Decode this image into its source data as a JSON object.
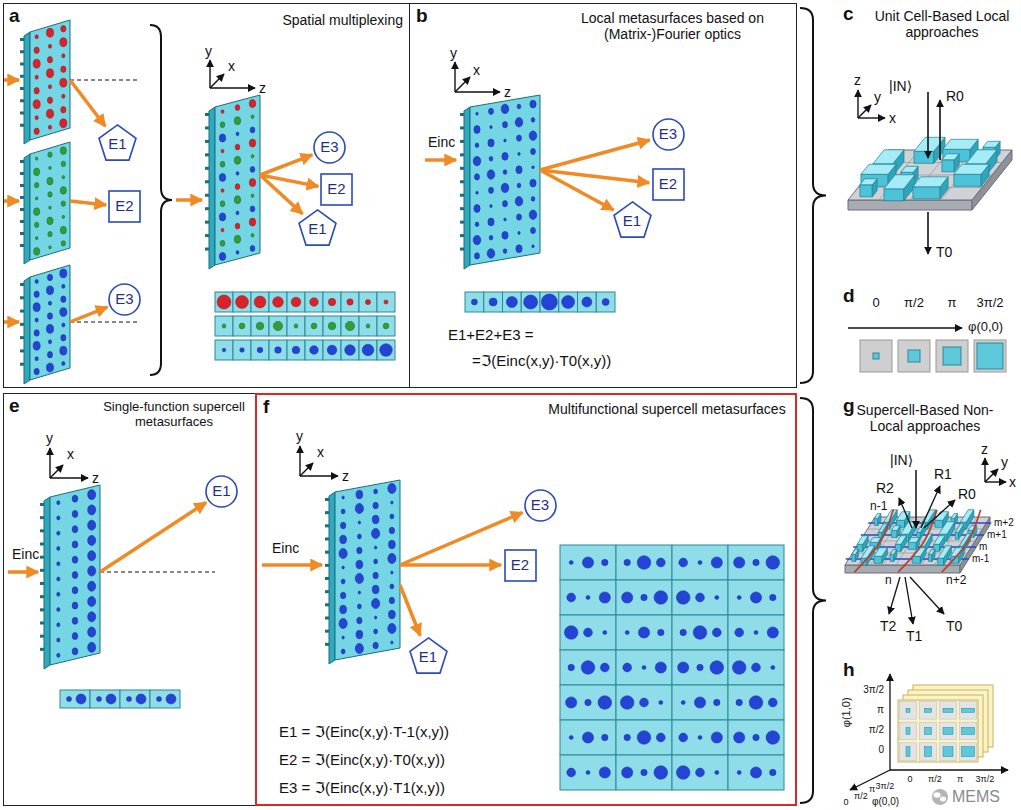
{
  "diagram": {
    "nodes": [
      {
        "text": [
          "a",
          "Spatial multiplexing"
        ]
      },
      {
        "text": [
          "E1"
        ],
        "in": 0
      },
      {
        "text": [
          "E2"
        ],
        "in": 0
      },
      {
        "text": [
          "E3"
        ],
        "in": 0
      },
      {
        "text": [
          "E3"
        ],
        "in": 0
      },
      {
        "text": [
          "E2"
        ],
        "in": 0
      },
      {
        "text": [
          "E1"
        ],
        "in": 0
      },
      {
        "text": [
          "b",
          "Local metasurfaces based on (Matrix-)Fourier optics",
          "E1+E2+E3 =",
          "=ℑ(Einc(x,y)·T0(x,y))"
        ]
      },
      {
        "text": [
          "E3"
        ],
        "in": 7
      },
      {
        "text": [
          "E2"
        ],
        "in": 7
      },
      {
        "text": [
          "E1"
        ],
        "in": 7
      },
      {
        "text": [
          "e",
          "Single-function supercell metasurfaces"
        ]
      },
      {
        "text": [
          "E1"
        ],
        "in": 11
      },
      {
        "text": [
          "f",
          "Multifunctional supercell metasurfaces",
          "E1 = ℑ(Einc(x,y)·T-1(x,y))",
          "E2 = ℑ(Einc(x,y)·T0(x,y))",
          "E3 = ℑ(Einc(x,y)·T1(x,y))"
        ]
      },
      {
        "text": [
          "E3"
        ],
        "in": 13
      },
      {
        "text": [
          "E2"
        ],
        "in": 13
      },
      {
        "text": [
          "E1"
        ],
        "in": 13
      }
    ],
    "labels": [
      "y",
      "x",
      "z",
      "y",
      "x",
      "z",
      "Einc",
      "c",
      "Unit Cell-Based Local approaches",
      "z",
      "y",
      "x",
      "|IN⟩",
      "R0",
      "T0",
      "d",
      "0",
      "π/2",
      "π",
      "3π/2",
      "φ(0,0)",
      "y",
      "x",
      "z",
      "Einc",
      "y",
      "x",
      "z",
      "Einc",
      "g",
      "Supercell-Based Non-Local approaches",
      "z",
      "y",
      "x",
      "|IN⟩",
      "R2",
      "R1",
      "R0",
      "n-1",
      "n",
      "n+2",
      "m+2",
      "m+1",
      "m",
      "m-1",
      "T2",
      "T1",
      "T0",
      "h",
      "φ(1,0)",
      "3π/2",
      "π",
      "π/2",
      "0",
      "3π/2",
      "π",
      "π/2",
      "0",
      "φ(0,0)",
      "0",
      "π/2",
      "π",
      "3π/2",
      "MEMS"
    ]
  }
}
